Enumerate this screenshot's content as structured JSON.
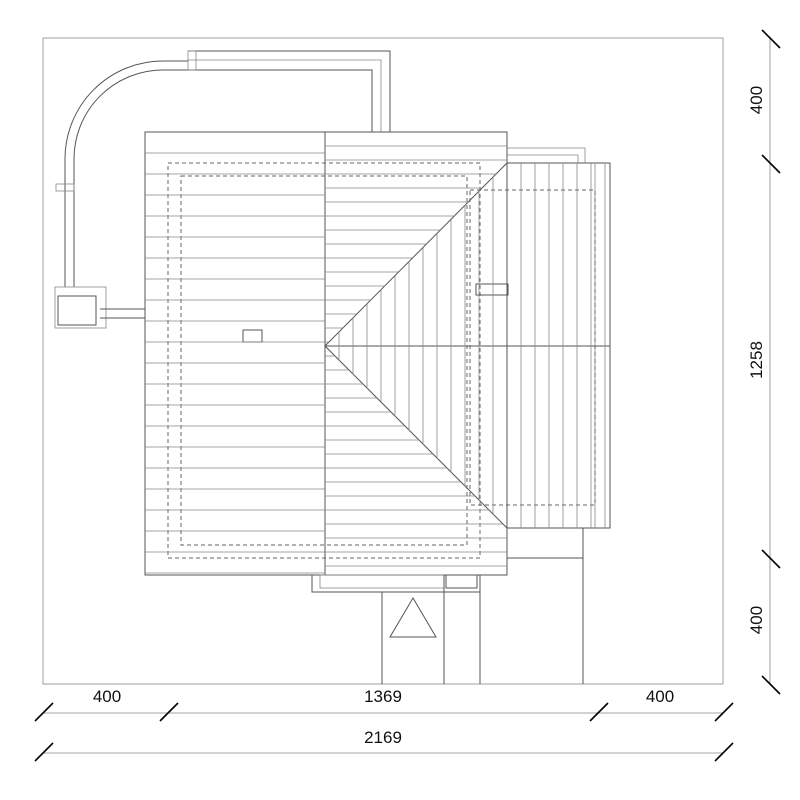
{
  "dimensions": {
    "right_top": "400",
    "right_middle": "1258",
    "right_bottom": "400",
    "bottom_left": "400",
    "bottom_middle": "1369",
    "bottom_right": "400",
    "bottom_total": "2169"
  }
}
